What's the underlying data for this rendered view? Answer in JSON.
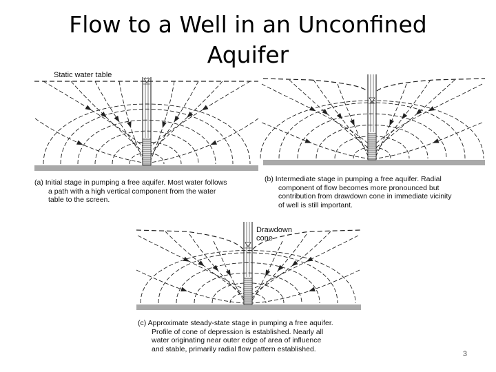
{
  "slide": {
    "title_line1": "Flow to a Well in an Unconfined",
    "title_line2": "Aquifer",
    "page_number": "3"
  },
  "panels": [
    {
      "id": "a",
      "caption": [
        "(a) Initial stage in pumping a free aquifer. Most water follows",
        "a path with a high vertical component from the water",
        "table to the screen."
      ]
    },
    {
      "id": "b",
      "caption": [
        "(b) Intermediate stage in pumping a free aquifer. Radial",
        "component of flow becomes more pronounced but",
        "contribution from drawdown cone in immediate vicinity",
        "of well is still important."
      ]
    },
    {
      "id": "c",
      "caption": [
        "(c) Approximate steady-state stage in pumping a free aquifer.",
        "Profile of cone of depression is established. Nearly all",
        "water originating near outer edge of area of influence",
        "and stable, primarily radial flow pattern established."
      ]
    }
  ],
  "labels": {
    "static_water_table": "Static water table",
    "drawdown_line1": "Drawdown",
    "drawdown_line2": "cone"
  },
  "colors": {
    "line": "#222222",
    "base": "#a9a9a9"
  }
}
